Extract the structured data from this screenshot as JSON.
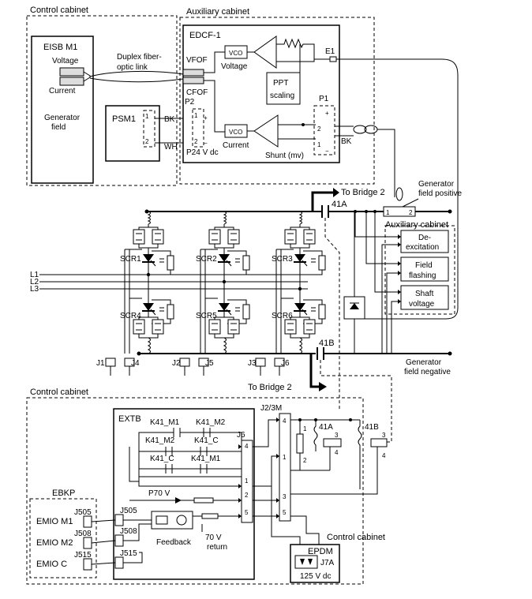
{
  "cabinets": {
    "control_top": "Control cabinet",
    "auxiliary_top": "Auxiliary cabinet",
    "auxiliary_mid": "Auxiliary cabinet",
    "control_bottom": "Control cabinet",
    "control_epdm": "Control cabinet"
  },
  "eisb": {
    "title": "EISB M1",
    "voltage": "Voltage",
    "current": "Current",
    "gen_field_1": "Generator",
    "gen_field_2": "field"
  },
  "link": {
    "line1": "Duplex fiber-",
    "line2": "optic link"
  },
  "psm": {
    "title": "PSM1",
    "p2": "P2",
    "pin1": "1",
    "pin2": "2",
    "bk": "BK",
    "wh": "WH",
    "supply": "P24 V dc"
  },
  "edcf": {
    "title": "EDCF-1",
    "vfof": "VFOF",
    "cfof": "CFOF",
    "vco": "VCO",
    "voltage": "Voltage",
    "current": "Current",
    "ppt_1": "PPT",
    "ppt_2": "scaling",
    "shunt": "Shunt (mv)",
    "e1": "E1",
    "p1": "P1",
    "bk": "BK"
  },
  "bridge": {
    "to_bridge_top": "To Bridge 2",
    "to_bridge_bottom": "To Bridge 2",
    "k41a": "41A",
    "k41b": "41B",
    "gfp_1": "Generator",
    "gfp_2": "field positive",
    "gfn_1": "Generator",
    "gfn_2": "field negative",
    "scr": [
      "SCR1",
      "SCR2",
      "SCR3",
      "SCR4",
      "SCR5",
      "SCR6"
    ],
    "lines": [
      "L1",
      "L2",
      "L3"
    ],
    "jacks": [
      "J1",
      "J4",
      "J2",
      "J5",
      "J3",
      "J6"
    ]
  },
  "aux_functions": {
    "deex_1": "De-",
    "deex_2": "excitation",
    "flash_1": "Field",
    "flash_2": "flashing",
    "shaft_1": "Shaft",
    "shaft_2": "voltage"
  },
  "extb": {
    "title": "EXTB",
    "contacts": [
      "K41_M1",
      "K41_M2",
      "K41_M2",
      "K41_C",
      "K41_C",
      "K41_M1"
    ],
    "j6": "J6",
    "j23m": "J2/3M",
    "p70": "P70 V",
    "feedback": "Feedback",
    "ret_1": "70 V",
    "ret_2": "return"
  },
  "ebkp": {
    "title": "EBKP",
    "rows": [
      "EMIO M1",
      "EMIO M2",
      "EMIO C"
    ],
    "jacks": [
      "J505",
      "J508",
      "J515"
    ]
  },
  "epdm": {
    "title": "EPDM",
    "jack": "J7A",
    "supply": "125 V dc"
  },
  "contactor_pins": {
    "k41a": "41A",
    "k41b": "41B"
  }
}
